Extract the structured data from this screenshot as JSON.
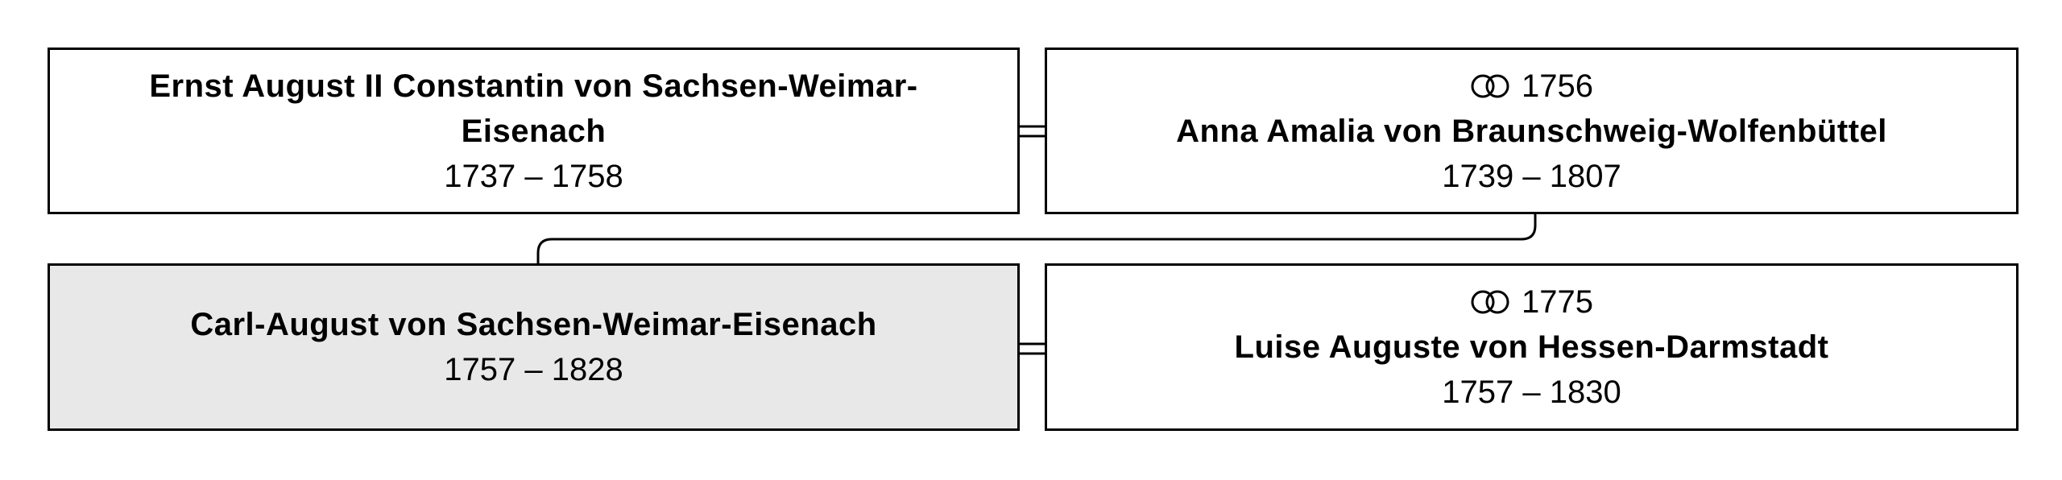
{
  "generation1": {
    "husband": {
      "name": "Ernst August II Constantin von Sachsen-Weimar-Eisenach",
      "dates": "1737 – 1758"
    },
    "wife": {
      "marriage_year": "1756",
      "marriage_icon": "wedding-rings-icon",
      "name": "Anna Amalia von Braunschweig-Wolfenbüttel",
      "dates": "1739 – 1807"
    }
  },
  "generation2": {
    "husband": {
      "name": "Carl-August von Sachsen-Weimar-Eisenach",
      "dates": "1757 – 1828",
      "highlight_color": "#e8e8e8"
    },
    "wife": {
      "marriage_year": "1775",
      "marriage_icon": "wedding-rings-icon",
      "name": "Luise Auguste von Hessen-Darmstadt",
      "dates": "1757 – 1830"
    }
  }
}
